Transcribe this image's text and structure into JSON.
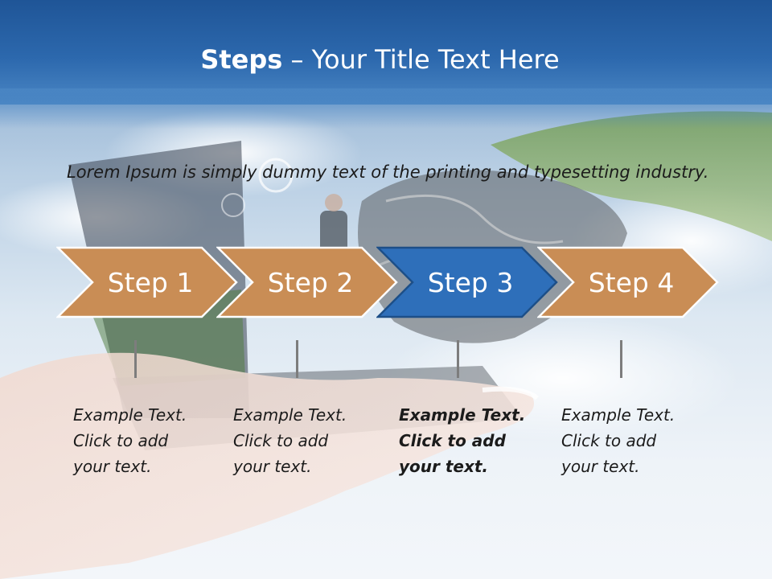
{
  "slide": {
    "title_bold": "Steps",
    "title_rest": " – Your Title Text Here",
    "intro": "Lorem Ipsum is simply dummy text of the printing and typesetting industry."
  },
  "steps": [
    {
      "label": "Step 1",
      "active": false,
      "note": [
        "Example Text.",
        "Click  to add",
        "your text."
      ]
    },
    {
      "label": "Step 2",
      "active": false,
      "note": [
        "Example Text.",
        "Click  to add",
        "your text."
      ]
    },
    {
      "label": "Step 3",
      "active": true,
      "note": [
        "Example Text.",
        "Click  to add",
        "your text."
      ]
    },
    {
      "label": "Step 4",
      "active": false,
      "note": [
        "Example Text.",
        "Click  to add",
        "your text."
      ]
    }
  ],
  "colors": {
    "step_fill": "#c98d55",
    "step_stroke": "#ffffff",
    "active_fill": "#2e6fba",
    "active_stroke": "#1d4f88",
    "header": "#2c68ad"
  }
}
